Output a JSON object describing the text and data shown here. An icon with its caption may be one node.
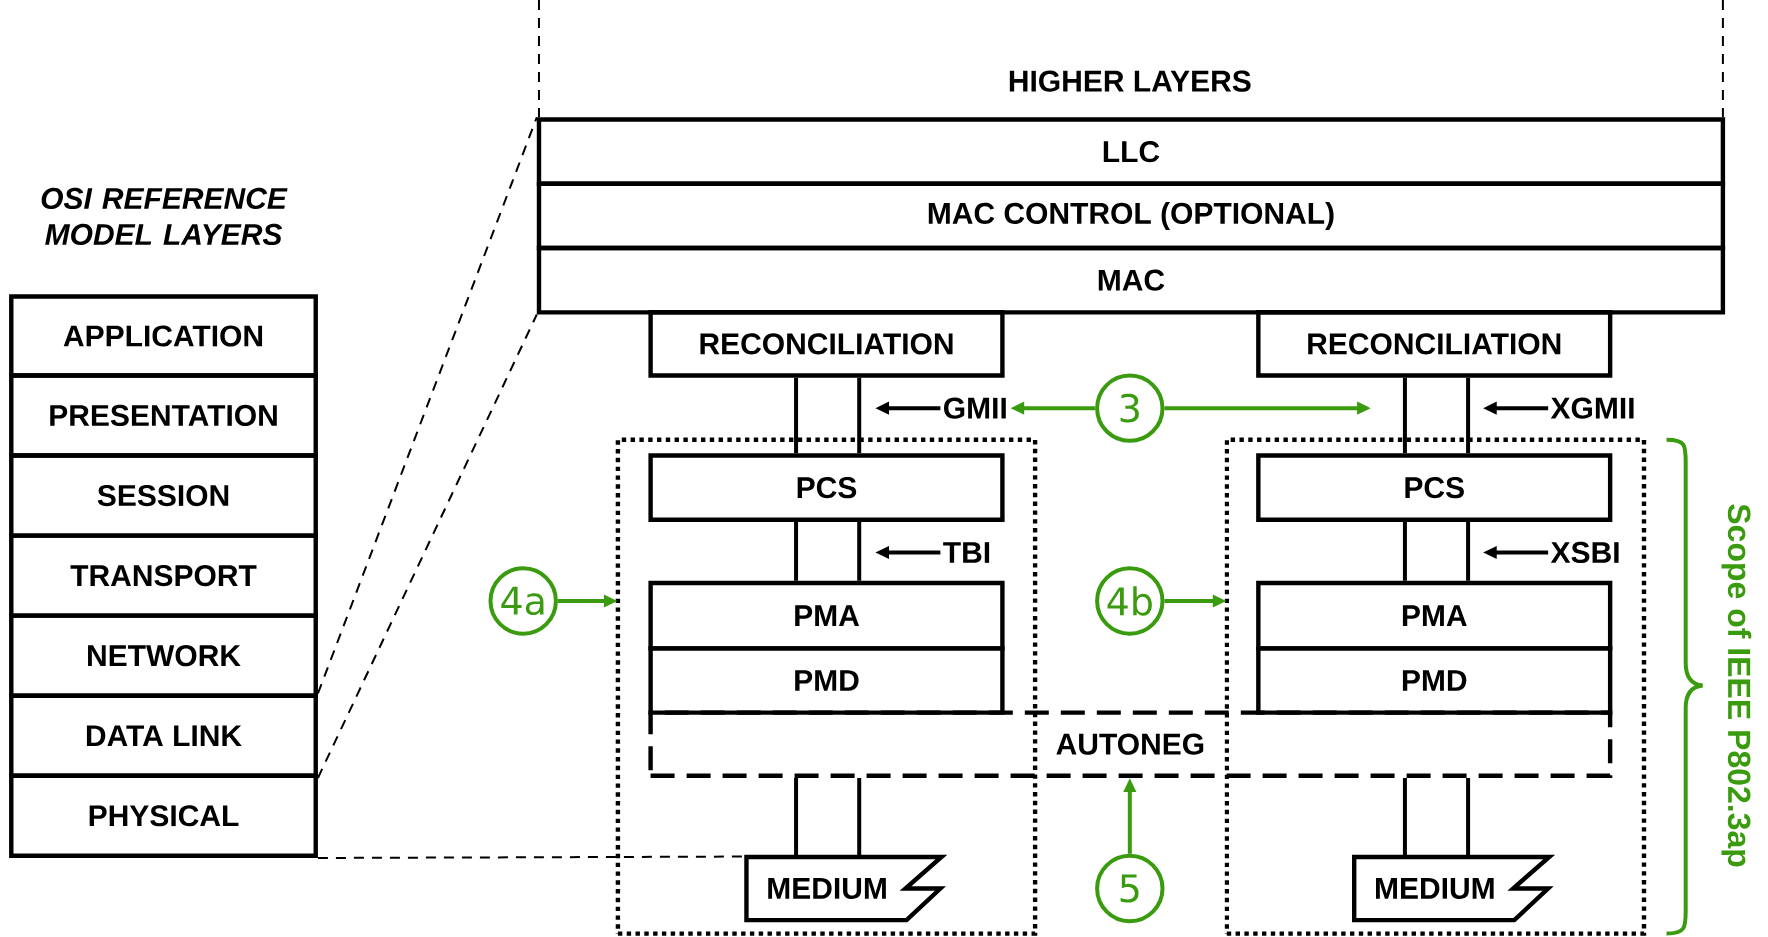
{
  "diagram": {
    "nodes": [
      {
        "text": [
          "APPLICATION"
        ]
      },
      {
        "text": [
          "PRESENTATION"
        ]
      },
      {
        "text": [
          "SESSION"
        ]
      },
      {
        "text": [
          "TRANSPORT"
        ]
      },
      {
        "text": [
          "NETWORK"
        ]
      },
      {
        "text": [
          "DATA LINK"
        ]
      },
      {
        "text": [
          "PHYSICAL"
        ]
      },
      {
        "text": [
          "LLC"
        ]
      },
      {
        "text": [
          "MAC CONTROL (OPTIONAL)"
        ]
      },
      {
        "text": [
          "MAC"
        ]
      },
      {
        "text": [
          "RECONCILIATION"
        ]
      },
      {
        "text": [
          "RECONCILIATION"
        ]
      },
      {
        "text": [
          "PCS"
        ],
        "in": 21
      },
      {
        "text": [
          "PCS"
        ],
        "in": 22
      },
      {
        "text": [
          "PMA"
        ],
        "in": 21
      },
      {
        "text": [
          "PMD"
        ],
        "in": 21
      },
      {
        "text": [
          "PMA"
        ],
        "in": 22
      },
      {
        "text": [
          "PMD"
        ],
        "in": 22
      },
      {
        "text": [
          "AUTONEG"
        ]
      },
      {
        "text": [
          "MEDIUM"
        ],
        "in": 21
      },
      {
        "text": [
          "MEDIUM"
        ],
        "in": 22
      },
      {
        "text": [],
        "shape": "box"
      },
      {
        "text": [],
        "shape": "box"
      },
      {
        "text": [
          "3"
        ]
      },
      {
        "text": [
          "4a"
        ]
      },
      {
        "text": [
          "4b"
        ]
      },
      {
        "text": [
          "5"
        ]
      },
      {
        "text": [
          "GMII"
        ]
      },
      {
        "text": [
          "XGMII"
        ]
      },
      {
        "text": [
          "TBI"
        ],
        "in": 21
      },
      {
        "text": [
          "XSBI"
        ],
        "in": 22
      }
    ],
    "edges": [
      {
        "from": 10,
        "to": 12,
        "arrow": "none"
      },
      {
        "from": 12,
        "to": 14,
        "arrow": "none"
      },
      {
        "from": 11,
        "to": 13,
        "arrow": "none"
      },
      {
        "from": 13,
        "to": 16,
        "arrow": "none"
      },
      {
        "from": 18,
        "to": 19,
        "arrow": "none"
      },
      {
        "from": 18,
        "to": 20,
        "arrow": "none"
      },
      {
        "from": 27,
        "to": null,
        "arrow": "to"
      },
      {
        "from": 28,
        "to": null,
        "arrow": "to"
      },
      {
        "from": 29,
        "to": null,
        "arrow": "to"
      },
      {
        "from": 30,
        "to": null,
        "arrow": "to"
      },
      {
        "from": 23,
        "to": 27,
        "arrow": "to",
        "color": "#3a9b0e"
      },
      {
        "from": 23,
        "to": null,
        "arrow": "to",
        "color": "#3a9b0e"
      },
      {
        "from": 24,
        "to": 21,
        "arrow": "to",
        "color": "#3a9b0e"
      },
      {
        "from": 25,
        "to": 22,
        "arrow": "to",
        "color": "#3a9b0e"
      },
      {
        "from": 26,
        "to": 18,
        "arrow": "to",
        "color": "#3a9b0e"
      },
      {
        "from": 5,
        "to": 7,
        "arrow": "none",
        "style": "dashed"
      },
      {
        "from": 5,
        "to": 9,
        "arrow": "none",
        "style": "dashed"
      },
      {
        "from": 6,
        "to": 19,
        "arrow": "none",
        "style": "dashed"
      }
    ],
    "labels": [
      "HIGHER LAYERS",
      "OSI REFERENCE MODEL LAYERS",
      "Scope of IEEE P802.3ap"
    ]
  }
}
